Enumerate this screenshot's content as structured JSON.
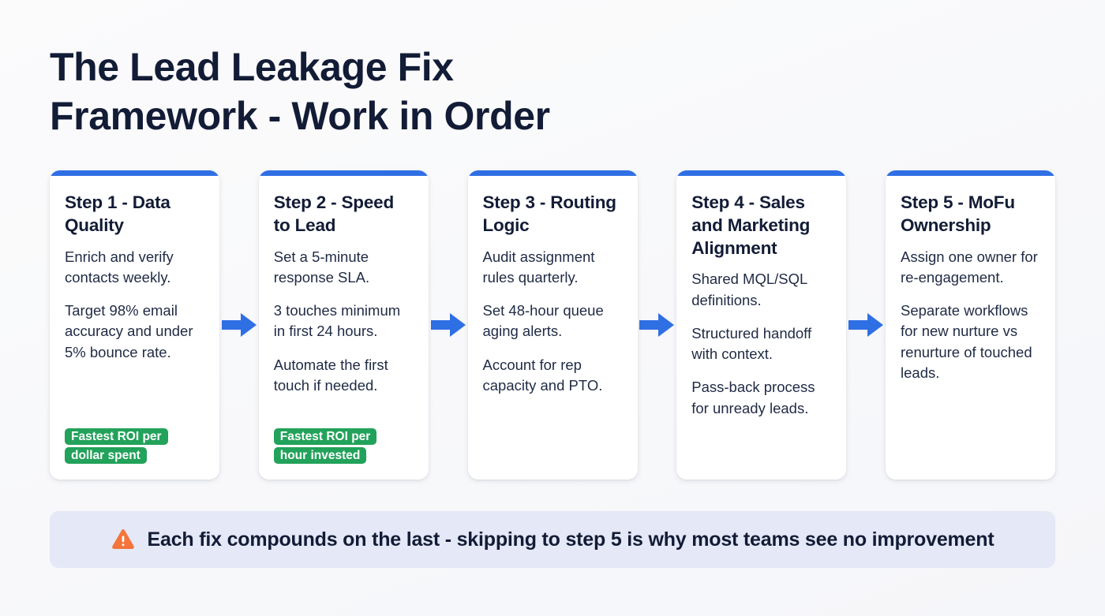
{
  "title": {
    "line1": "The Lead Leakage Fix",
    "line2": "Framework - Work in Order"
  },
  "colors": {
    "background": "#f7f8fa",
    "card_accent": "#2f6fe4",
    "arrow": "#2f6fe4",
    "badge_green": "#22a25a",
    "banner_background": "#e4e8f7",
    "warning_orange": "#f4743b",
    "heading_navy": "#131c36",
    "body_text": "#1f2a44"
  },
  "steps": [
    {
      "title": "Step 1 - Data Quality",
      "points": [
        "Enrich and verify contacts weekly.",
        "Target 98% email accuracy and under 5% bounce rate."
      ],
      "badge": "Fastest ROI per dollar spent"
    },
    {
      "title": "Step 2 - Speed to Lead",
      "points": [
        "Set a 5-minute response SLA.",
        "3 touches minimum in first 24 hours.",
        "Automate the first touch if needed."
      ],
      "badge": "Fastest ROI per hour invested"
    },
    {
      "title": "Step 3 - Routing Logic",
      "points": [
        "Audit assignment rules quarterly.",
        "Set 48-hour queue aging alerts.",
        "Account for rep capacity and PTO."
      ],
      "badge": ""
    },
    {
      "title": "Step 4 - Sales and Marketing Alignment",
      "points": [
        "Shared MQL/SQL definitions.",
        "Structured handoff with context.",
        "Pass-back process for unready leads."
      ],
      "badge": ""
    },
    {
      "title": "Step 5 - MoFu Ownership",
      "points": [
        "Assign one owner for re-engagement.",
        "Separate workflows for new nurture vs renurture of touched leads."
      ],
      "badge": ""
    }
  ],
  "connectors": [
    {
      "icon": "arrow-right-icon"
    },
    {
      "icon": "arrow-right-icon"
    },
    {
      "icon": "arrow-right-icon"
    },
    {
      "icon": "arrow-right-icon"
    }
  ],
  "footer": {
    "icon": "warning-triangle-icon",
    "text": "Each fix compounds on the last - skipping to step 5 is why most teams see no improvement"
  }
}
